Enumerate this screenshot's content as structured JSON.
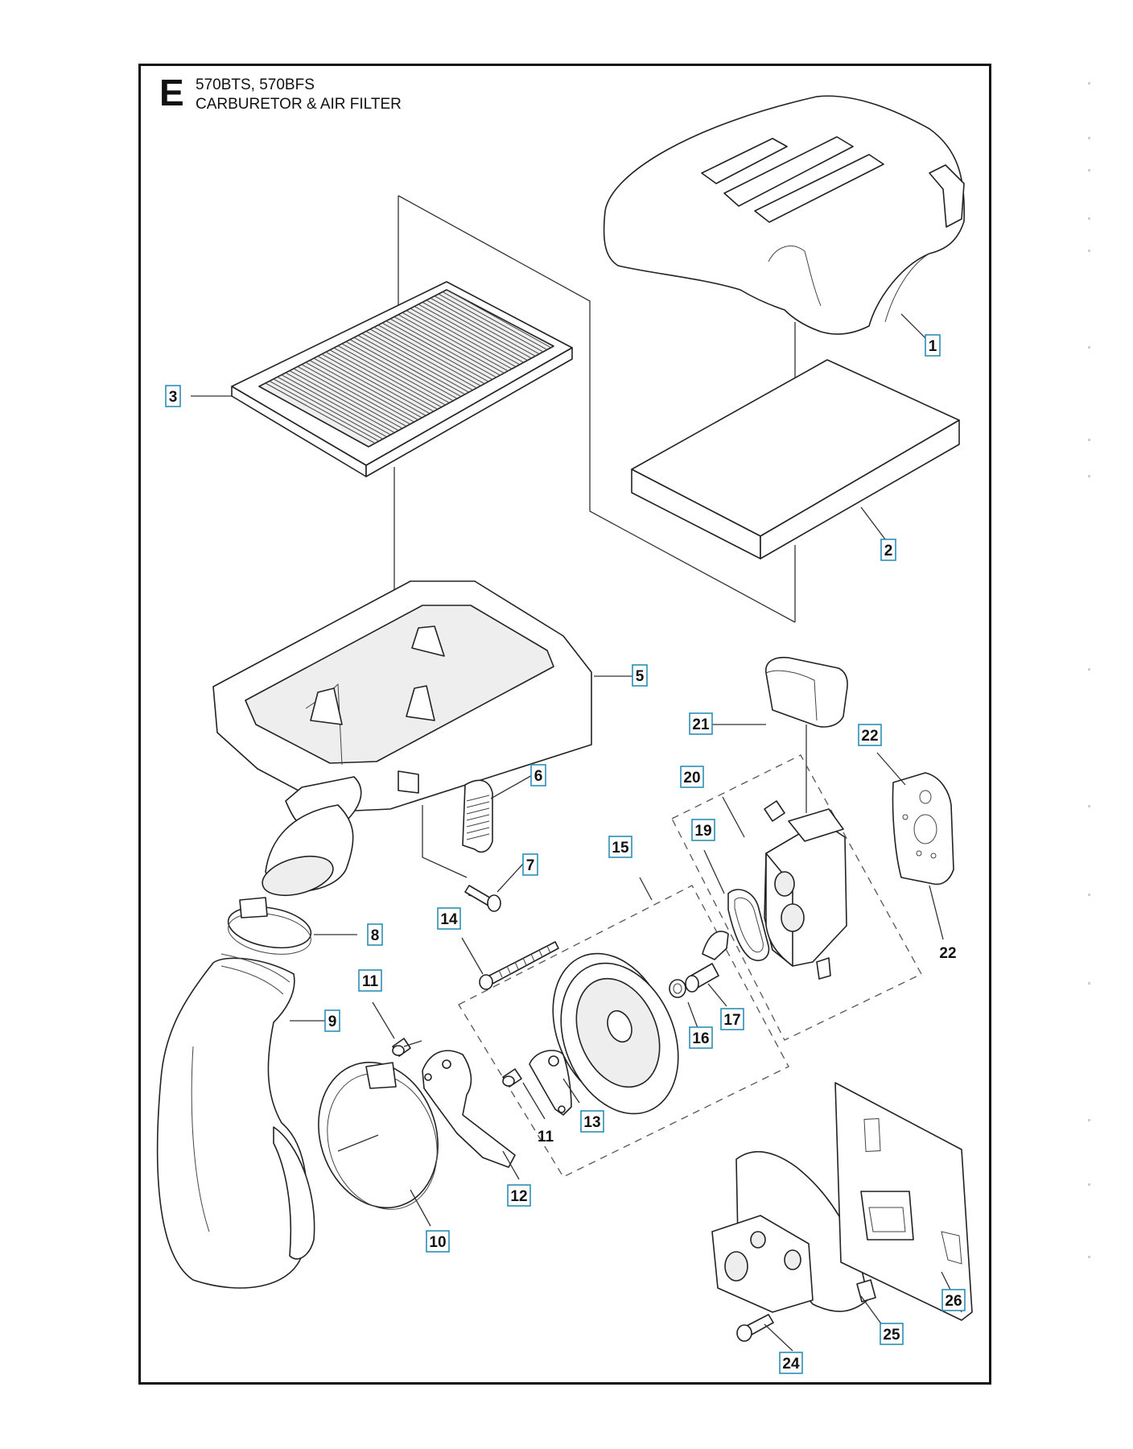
{
  "header": {
    "section_letter": "E",
    "models": "570BTS, 570BFS",
    "title": "CARBURETOR & AIR FILTER"
  },
  "parts": [
    {
      "ref": "1",
      "boxed": true,
      "name": "air-filter-cover"
    },
    {
      "ref": "2",
      "boxed": true,
      "name": "pre-filter"
    },
    {
      "ref": "3",
      "boxed": true,
      "name": "air-filter"
    },
    {
      "ref": "5",
      "boxed": true,
      "name": "filter-housing"
    },
    {
      "ref": "6",
      "boxed": true,
      "name": "clip"
    },
    {
      "ref": "7",
      "boxed": true,
      "name": "screw"
    },
    {
      "ref": "8",
      "boxed": true,
      "name": "hose-clamp-small"
    },
    {
      "ref": "9",
      "boxed": true,
      "name": "intake-bellows"
    },
    {
      "ref": "10",
      "boxed": true,
      "name": "hose-clamp-large"
    },
    {
      "ref": "11",
      "boxed": true,
      "name": "screw-upper"
    },
    {
      "ref": "11",
      "boxed": false,
      "name": "screw-lower"
    },
    {
      "ref": "12",
      "boxed": true,
      "name": "bracket"
    },
    {
      "ref": "13",
      "boxed": true,
      "name": "lever"
    },
    {
      "ref": "14",
      "boxed": true,
      "name": "long-screw"
    },
    {
      "ref": "15",
      "boxed": true,
      "name": "carburetor-adapter-kit"
    },
    {
      "ref": "16",
      "boxed": true,
      "name": "nut"
    },
    {
      "ref": "17",
      "boxed": true,
      "name": "choke-shaft"
    },
    {
      "ref": "19",
      "boxed": true,
      "name": "gasket-ring"
    },
    {
      "ref": "20",
      "boxed": true,
      "name": "carburetor-kit"
    },
    {
      "ref": "21",
      "boxed": true,
      "name": "carburetor-cap"
    },
    {
      "ref": "22",
      "boxed": true,
      "name": "gasket-upper"
    },
    {
      "ref": "22",
      "boxed": false,
      "name": "gasket-lower"
    },
    {
      "ref": "24",
      "boxed": true,
      "name": "intake-screw"
    },
    {
      "ref": "25",
      "boxed": true,
      "name": "heat-shield"
    },
    {
      "ref": "26",
      "boxed": true,
      "name": "insulation-plate"
    }
  ],
  "colors": {
    "tag_border": "#2a8fb5",
    "frame": "#111111",
    "line_art": "#222222"
  }
}
